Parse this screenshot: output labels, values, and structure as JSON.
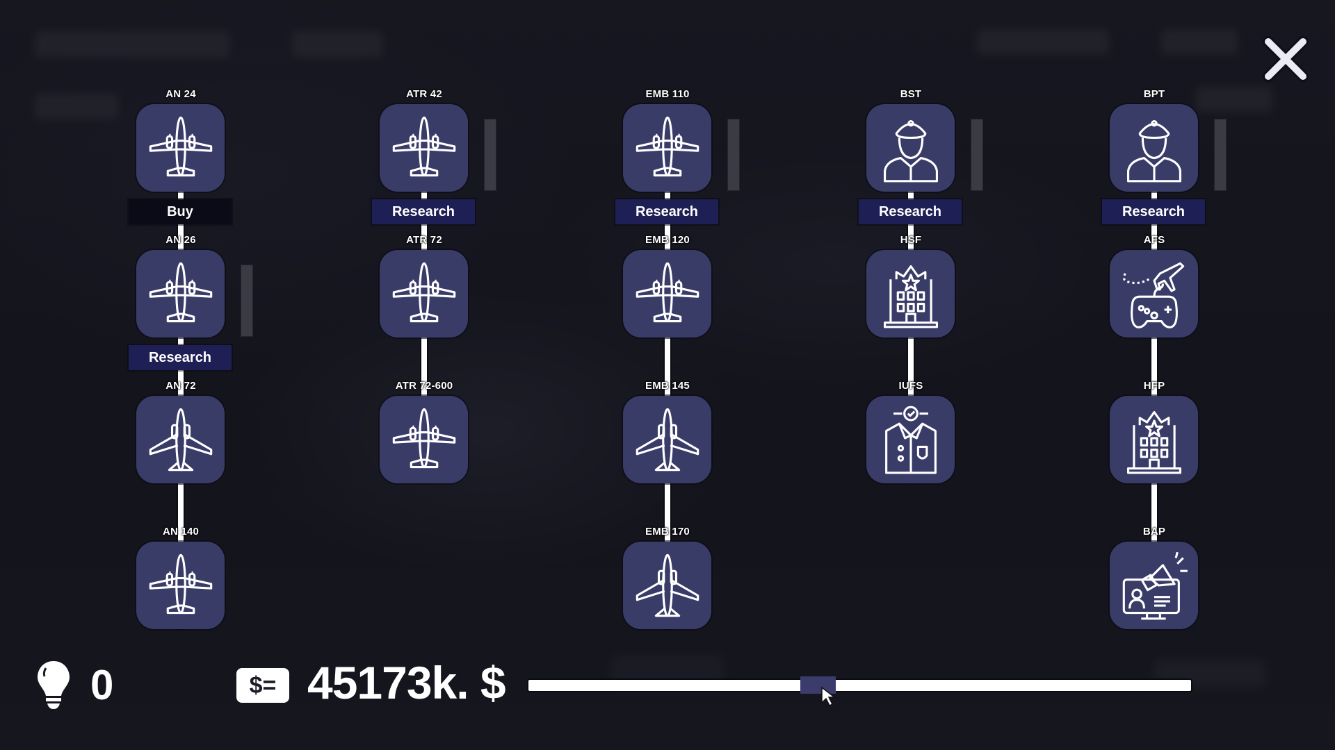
{
  "header": {
    "close_icon": "close-x-icon"
  },
  "columns": [
    {
      "id": "an",
      "nodes": [
        {
          "label": "AN 24",
          "icon": "twin-prop-plane-icon",
          "action": "Buy"
        },
        {
          "label": "AN 26",
          "icon": "twin-prop-cargo-plane-icon",
          "action": "Research"
        },
        {
          "label": "AN 72",
          "icon": "jet-plane-icon",
          "action": null
        },
        {
          "label": "AN 140",
          "icon": "twin-prop-plane-icon",
          "action": null
        }
      ]
    },
    {
      "id": "atr",
      "nodes": [
        {
          "label": "ATR 42",
          "icon": "twin-prop-plane-icon",
          "action": "Research"
        },
        {
          "label": "ATR 72",
          "icon": "twin-prop-plane-icon",
          "action": null
        },
        {
          "label": "ATR 72-600",
          "icon": "twin-prop-plane-icon",
          "action": null
        }
      ]
    },
    {
      "id": "emb",
      "nodes": [
        {
          "label": "EMB 110",
          "icon": "twin-prop-plane-icon",
          "action": "Research"
        },
        {
          "label": "EMB 120",
          "icon": "twin-prop-plane-icon",
          "action": null
        },
        {
          "label": "EMB 145",
          "icon": "rear-jet-plane-icon",
          "action": null
        },
        {
          "label": "EMB 170",
          "icon": "jet-airliner-icon",
          "action": null
        }
      ]
    },
    {
      "id": "staff",
      "nodes": [
        {
          "label": "BST",
          "icon": "stewardess-icon",
          "action": "Research"
        },
        {
          "label": "HSF",
          "icon": "hotel-staff-icon",
          "action": null
        },
        {
          "label": "IUFS",
          "icon": "uniform-icon",
          "action": null
        }
      ]
    },
    {
      "id": "pilots",
      "nodes": [
        {
          "label": "BPT",
          "icon": "pilot-icon",
          "action": "Research"
        },
        {
          "label": "AFS",
          "icon": "flight-simulator-icon",
          "action": null
        },
        {
          "label": "HFP",
          "icon": "hotel-pilot-icon",
          "action": null
        },
        {
          "label": "BAP",
          "icon": "advertising-monitor-icon",
          "action": null
        }
      ]
    }
  ],
  "footer": {
    "research_points_icon": "lightbulb-icon",
    "research_points": "0",
    "money_icon": "money-bill-icon",
    "money_icon_glyph": "$=",
    "money": "45173k. $"
  },
  "colors": {
    "card": "#3a3c68",
    "research_button": "#1e1f55",
    "buy_button": "#0b0b18",
    "scroll_thumb": "#3b3c6b"
  }
}
